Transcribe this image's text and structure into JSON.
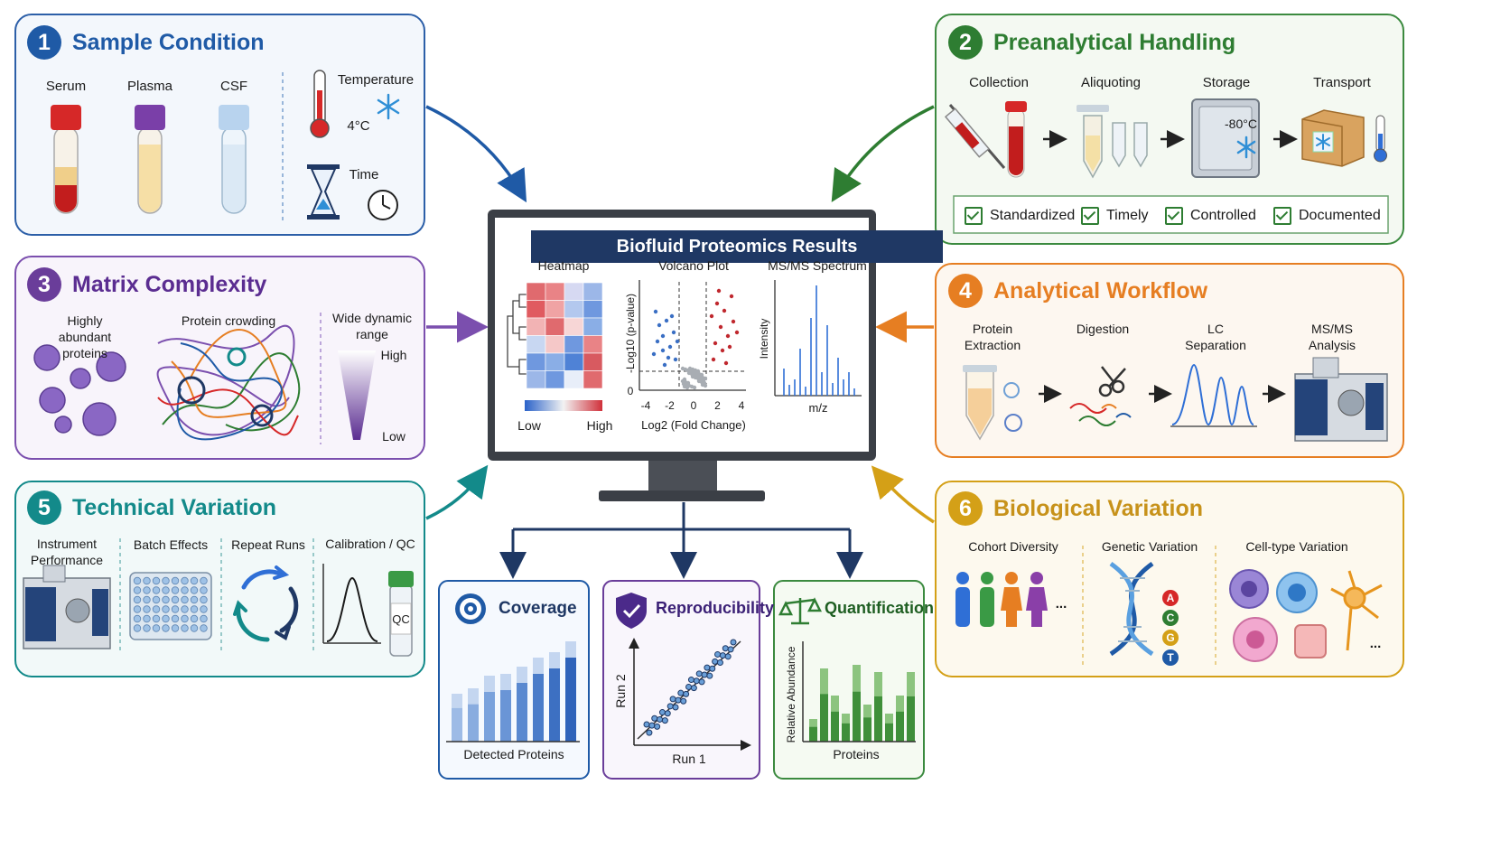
{
  "colors": {
    "blue": "#1f5aa6",
    "green": "#2e7d32",
    "purple": "#6a3d9a",
    "orange": "#e67e22",
    "teal": "#138a8a",
    "gold": "#d4a017",
    "navy": "#1f3864"
  },
  "panels": {
    "sample": {
      "number": "1",
      "title": "Sample Condition",
      "tubes": [
        "Serum",
        "Plasma",
        "CSF"
      ],
      "temperature": "Temperature",
      "temp_value": "4°C",
      "time": "Time"
    },
    "preanalytical": {
      "number": "2",
      "title": "Preanalytical Handling",
      "steps": [
        "Collection",
        "Aliquoting",
        "Storage",
        "Transport"
      ],
      "storage_temp": "-80°C",
      "checks": [
        "Standardized",
        "Timely",
        "Controlled",
        "Documented"
      ]
    },
    "matrix": {
      "number": "3",
      "title": "Matrix Complexity",
      "abundant": "Highly abundant proteins",
      "crowding": "Protein crowding",
      "dynamic": "Wide dynamic range",
      "high": "High",
      "low": "Low"
    },
    "workflow": {
      "number": "4",
      "title": "Analytical Workflow",
      "steps": [
        "Protein Extraction",
        "Digestion",
        "LC Separation",
        "MS/MS Analysis"
      ]
    },
    "technical": {
      "number": "5",
      "title": "Technical Variation",
      "items": [
        "Instrument Performance",
        "Batch Effects",
        "Repeat Runs",
        "Calibration / QC"
      ],
      "qc": "QC"
    },
    "biological": {
      "number": "6",
      "title": "Biological Variation",
      "items": [
        "Cohort Diversity",
        "Genetic Variation",
        "Cell-type Variation"
      ],
      "bases": [
        "A",
        "C",
        "G",
        "T"
      ],
      "ellipsis": "..."
    }
  },
  "monitor": {
    "title": "Biofluid Proteomics Results",
    "heatmap": {
      "label": "Heatmap",
      "low": "Low",
      "high": "High"
    },
    "volcano": {
      "label": "Volcano Plot",
      "ylabel": "-Log10 (p-value)",
      "xlabel": "Log2 (Fold Change)",
      "xticks": [
        "-4",
        "-2",
        "0",
        "2",
        "4"
      ],
      "yticks": [
        "0"
      ]
    },
    "spectrum": {
      "label": "MS/MS Spectrum",
      "ylabel": "Intensity",
      "xlabel": "m/z"
    }
  },
  "outcomes": {
    "coverage": {
      "title": "Coverage",
      "xlabel": "Detected Proteins"
    },
    "reproducibility": {
      "title": "Reproducibility",
      "xlabel": "Run 1",
      "ylabel": "Run 2"
    },
    "quantification": {
      "title": "Quantification",
      "xlabel": "Proteins",
      "ylabel": "Relative Abundance"
    }
  }
}
